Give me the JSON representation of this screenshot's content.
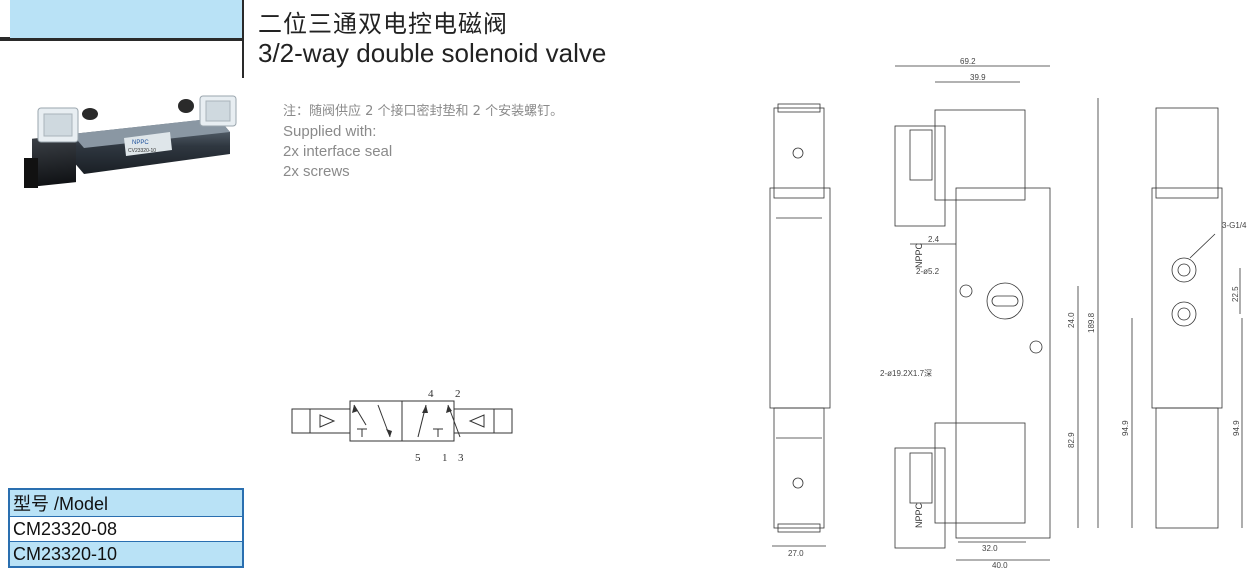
{
  "header": {
    "title_cn": "二位三通双电控电磁阀",
    "title_en": "3/2-way double solenoid valve"
  },
  "note": {
    "cn": "注：随阀供应 2 个接口密封垫和 2 个安装螺钉。",
    "en_lines": [
      "Supplied with:",
      "2x interface seal",
      "2x screws"
    ]
  },
  "photo": {
    "brand": "NPPC",
    "label_text": "CV23320-10"
  },
  "symbol": {
    "ports": [
      "4",
      "2",
      "5",
      "1",
      "3"
    ]
  },
  "drawing": {
    "brand": "NPPC",
    "dimensions": [
      "69.2",
      "39.9",
      "2.4",
      "2-ø5.2",
      "2-ø19.2X1.7深",
      "24.0",
      "189.8",
      "82.9",
      "27.0",
      "32.0",
      "40.0",
      "3-G1/4",
      "22.5",
      "94.9",
      "94.9"
    ]
  },
  "models": {
    "header": "型号 /Model",
    "rows": [
      "CM23320-08",
      "CM23320-10"
    ]
  },
  "colors": {
    "accent": "#b9e2f6",
    "table_border": "#2a6fb0",
    "dark": "#2a2a2a"
  }
}
